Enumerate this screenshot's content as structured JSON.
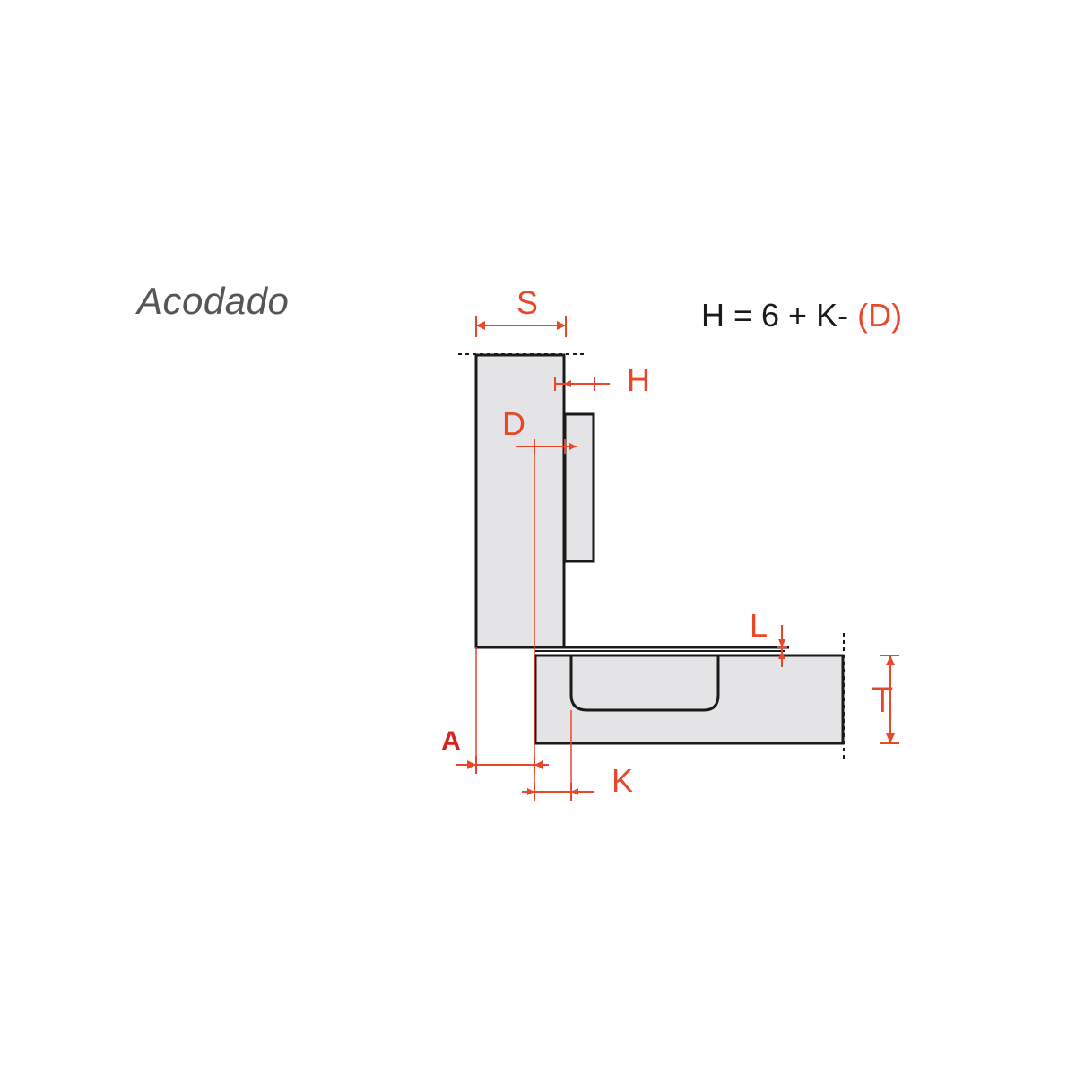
{
  "title": "Acodado",
  "formula": {
    "main": "H = 6 + K- ",
    "highlight": "(D)"
  },
  "labels": {
    "S": "S",
    "H": "H",
    "D": "D",
    "L": "L",
    "T": "T",
    "A": "A",
    "K": "K"
  },
  "colors": {
    "dimension": "#e8472a",
    "label_A": "#d8231f",
    "panel_fill": "#e4e4e6",
    "outline": "#1a1a1a",
    "title": "#555555"
  }
}
